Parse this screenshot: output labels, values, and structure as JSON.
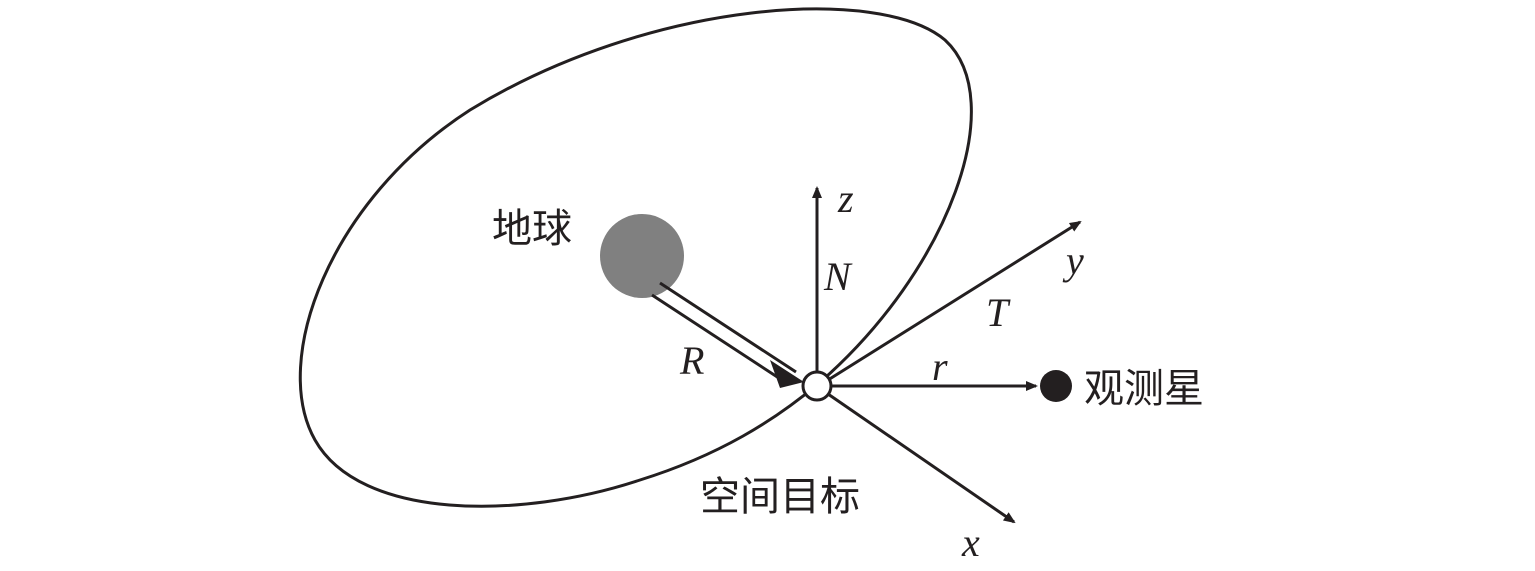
{
  "labels": {
    "earth": "地球",
    "target": "空间目标",
    "observer": "观测星",
    "range_vector": "R",
    "relative_vector": "r",
    "axis_z": "z",
    "axis_y": "y",
    "axis_x": "x",
    "normal": "N",
    "tangential": "T"
  },
  "colors": {
    "ink": "#231f20",
    "earth_fill": "#808080",
    "background": "#ffffff"
  }
}
